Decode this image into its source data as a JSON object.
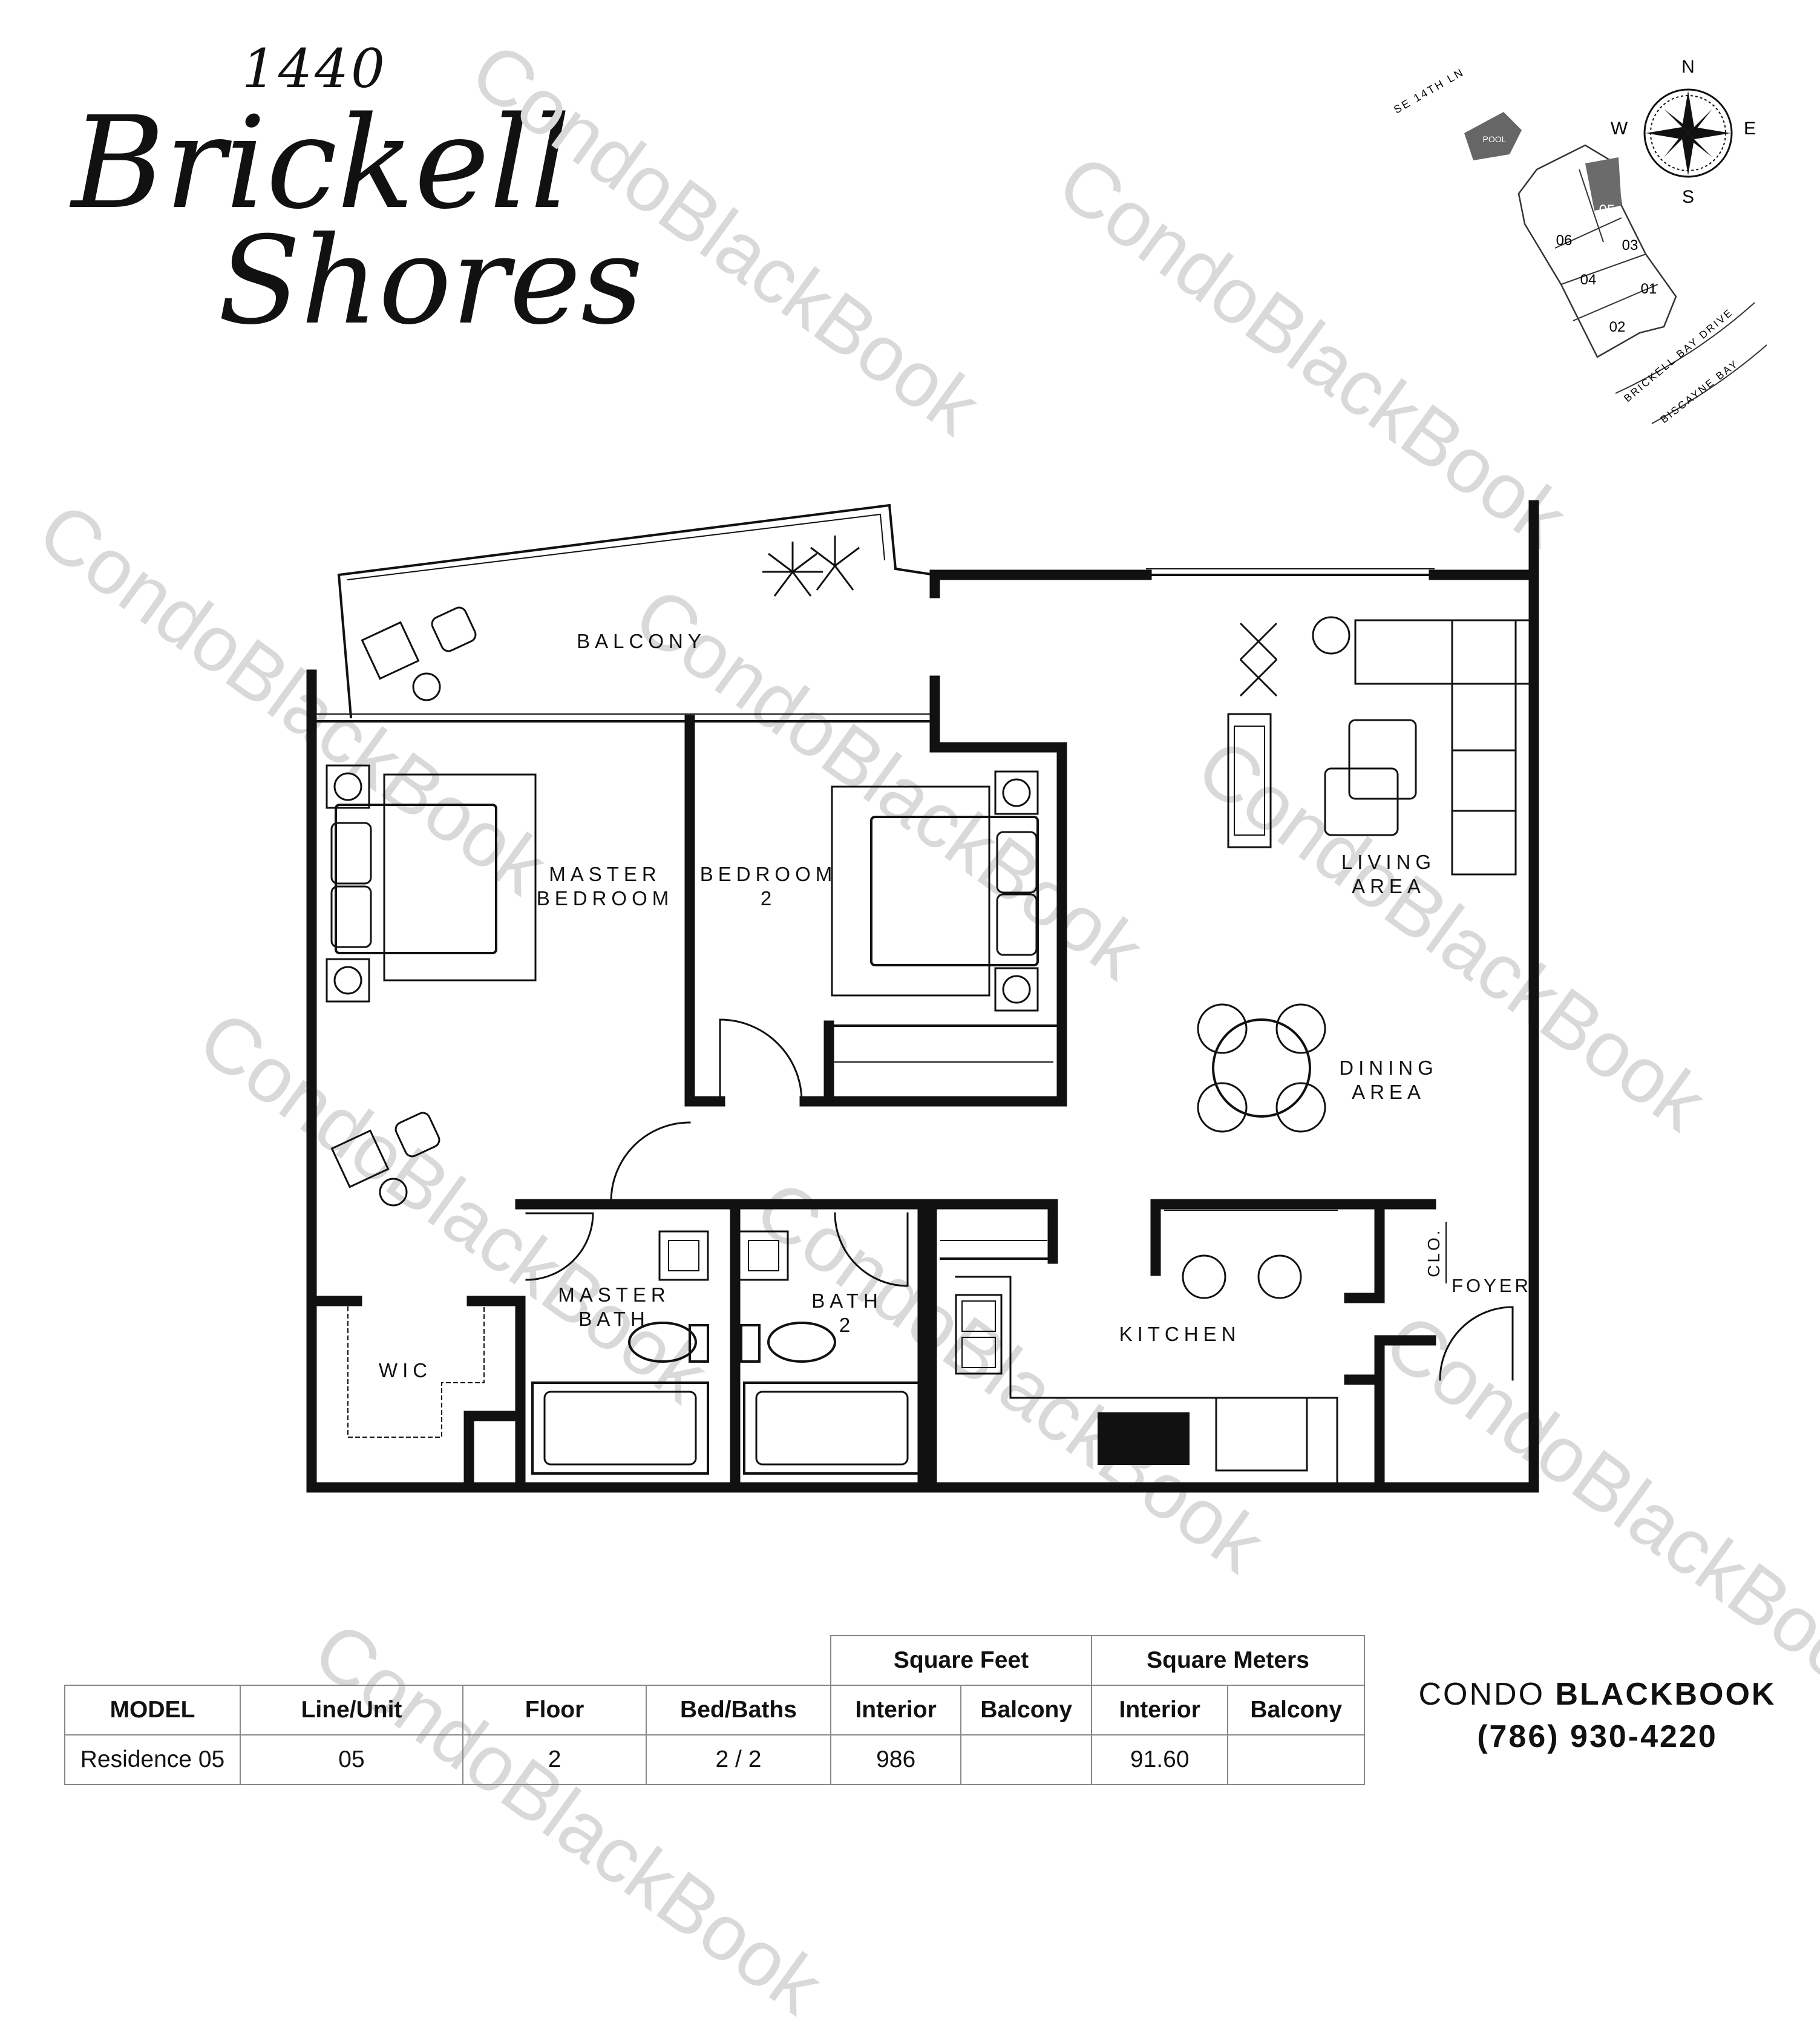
{
  "logo": {
    "number": "1440",
    "line1": "Brickell",
    "line2": "Shores"
  },
  "watermark_text": "CondoBlackBook",
  "keyplan": {
    "street": "SE 14TH LN",
    "pool": "POOL",
    "drive": "BRICKELL BAY DRIVE",
    "bay": "BISCAYNE BAY",
    "compass": {
      "n": "N",
      "e": "E",
      "s": "S",
      "w": "W"
    },
    "units": [
      "05",
      "03",
      "06",
      "04",
      "01",
      "02"
    ],
    "highlight_unit": "05",
    "highlight_color": "#6b6b6b"
  },
  "rooms": {
    "balcony": "BALCONY",
    "master_bedroom": [
      "MASTER",
      "BEDROOM"
    ],
    "bedroom2": [
      "BEDROOM",
      "2"
    ],
    "living": [
      "LIVING",
      "AREA"
    ],
    "dining": [
      "DINING",
      "AREA"
    ],
    "master_bath": [
      "MASTER",
      "BATH"
    ],
    "bath2": [
      "BATH",
      "2"
    ],
    "wic": "WIC",
    "kitchen": "KITCHEN",
    "clo": "CLO.",
    "foyer": "FOYER"
  },
  "table": {
    "group_headers": [
      "Square Feet",
      "Square Meters"
    ],
    "headers": [
      "MODEL",
      "Line/Unit",
      "Floor",
      "Bed/Baths",
      "Interior",
      "Balcony",
      "Interior",
      "Balcony"
    ],
    "row": [
      "Residence 05",
      "05",
      "2",
      "2 / 2",
      "986",
      "",
      "91.60",
      ""
    ]
  },
  "brand": {
    "name_light": "CONDO ",
    "name_bold": "BLACKBOOK",
    "phone": "(786) 930-4220"
  }
}
